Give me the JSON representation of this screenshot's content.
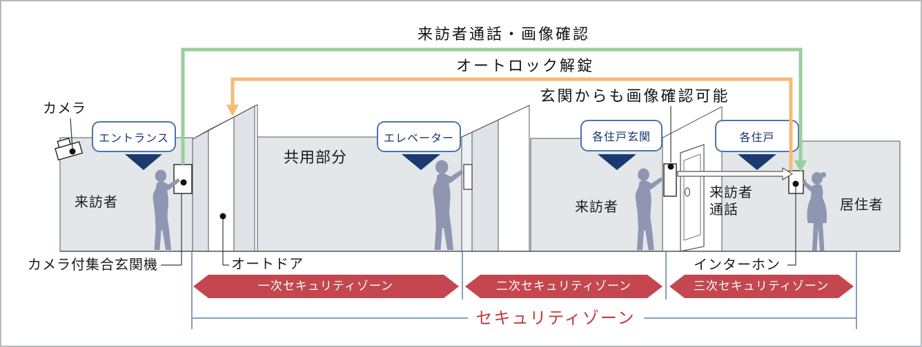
{
  "colors": {
    "flow_green": "#9bce9d",
    "flow_orange": "#f6bb73",
    "zone_band": "#c4474f",
    "zone_overall_text": "#c2383f",
    "badge_border": "#4a74a8",
    "badge_text": "#14356e",
    "pointer_navy": "#1b3a70",
    "wall_fill": "#e3e7ea",
    "silhouette": "#9096b2",
    "brace_blue": "#5a80a8"
  },
  "flows": {
    "visitor_call_image": "来訪者通話・画像確認",
    "autolock_unlock": "オートロック解錠",
    "entrance_image_check": "玄関からも画像確認可能"
  },
  "badges": {
    "entrance": "エントランス",
    "elevator": "エレベーター",
    "unit_entrance": "各住戸玄関",
    "unit": "各住戸"
  },
  "labels": {
    "camera": "カメラ",
    "visitor_entrance": "来訪者",
    "common_area": "共用部分",
    "visitor_unit": "来訪者",
    "visitor_call_line1": "来訪者",
    "visitor_call_line2": "通話",
    "resident": "居住者",
    "entrance_machine": "カメラ付集合玄関機",
    "auto_door": "オートドア",
    "intercom": "インターホン"
  },
  "zones": {
    "primary": "一次セキュリティゾーン",
    "secondary": "二次セキュリティゾーン",
    "tertiary": "三次セキュリティゾーン",
    "overall": "セキュリティゾーン"
  }
}
